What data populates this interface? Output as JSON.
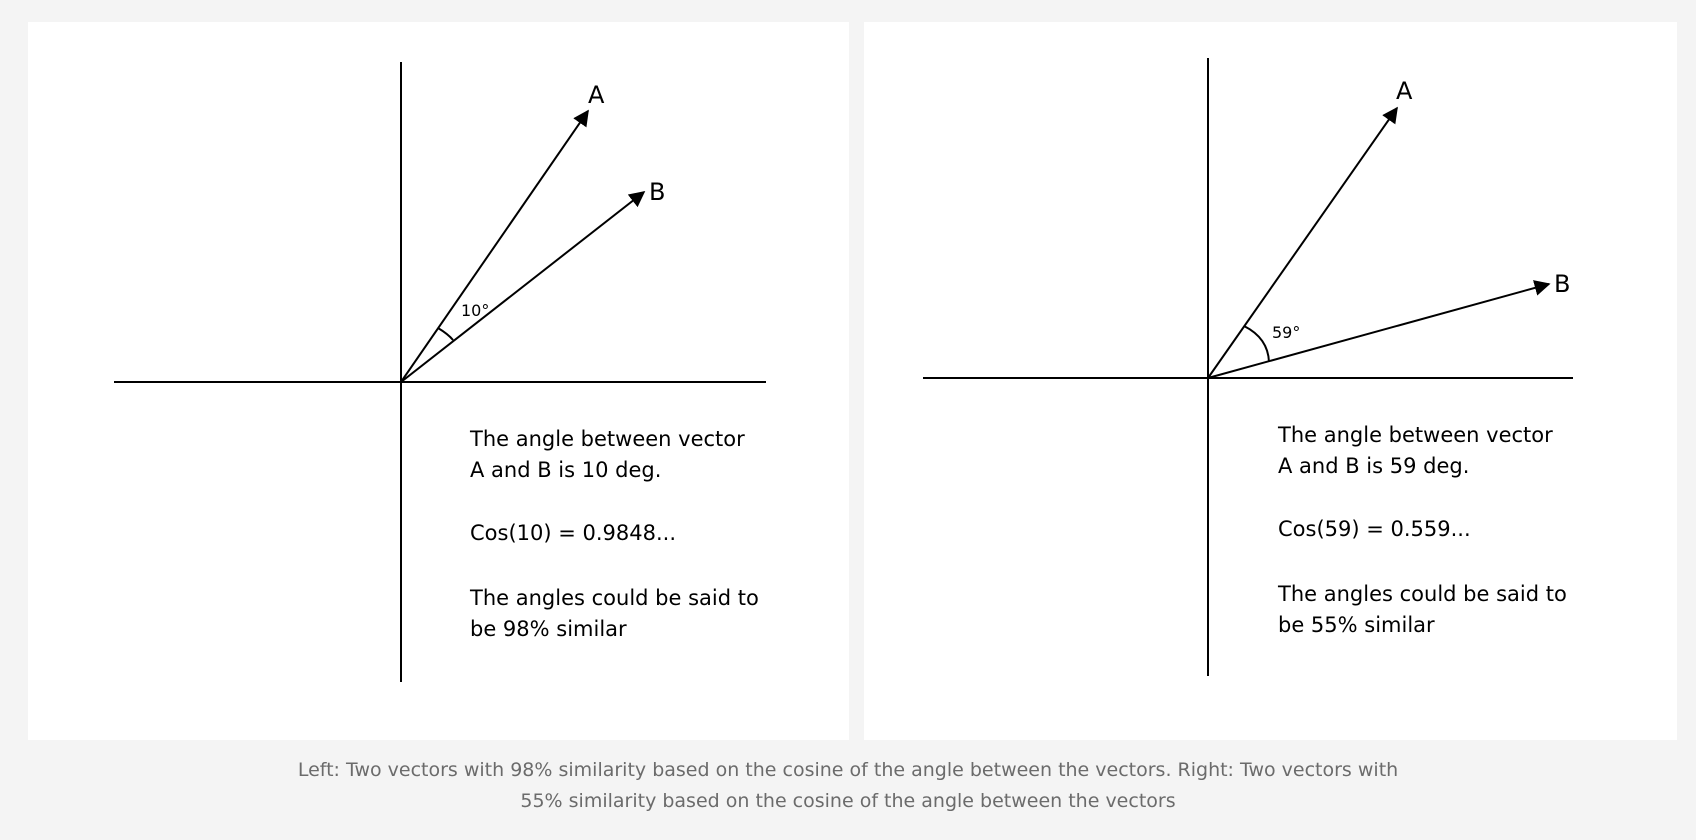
{
  "panels": [
    {
      "vector_a_label": "A",
      "vector_b_label": "B",
      "angle_label": "10°",
      "angle_deg": 10,
      "text_1_line_1": "The angle between vector",
      "text_1_line_2": "A and B is 10 deg.",
      "text_2": "Cos(10)  = 0.9848...",
      "text_3_line_1": "The angles could be said to",
      "text_3_line_2": "be 98% similar"
    },
    {
      "vector_a_label": "A",
      "vector_b_label": "B",
      "angle_label": "59°",
      "angle_deg": 59,
      "text_1_line_1": "The angle between vector",
      "text_1_line_2": "A and B is 59 deg.",
      "text_2": "Cos(59)  = 0.559...",
      "text_3_line_1": "The angles could be said to",
      "text_3_line_2": "be 55% similar"
    }
  ],
  "caption": {
    "line_1": "Left: Two vectors with 98% similarity based on the cosine of the angle between the vectors. Right: Two vectors with",
    "line_2": "55% similarity based on the cosine of the angle between the vectors"
  },
  "colors": {
    "page_background": "#f4f4f4",
    "panel_background": "#ffffff",
    "line_color": "#000000",
    "caption_color": "#6b6b6b"
  }
}
